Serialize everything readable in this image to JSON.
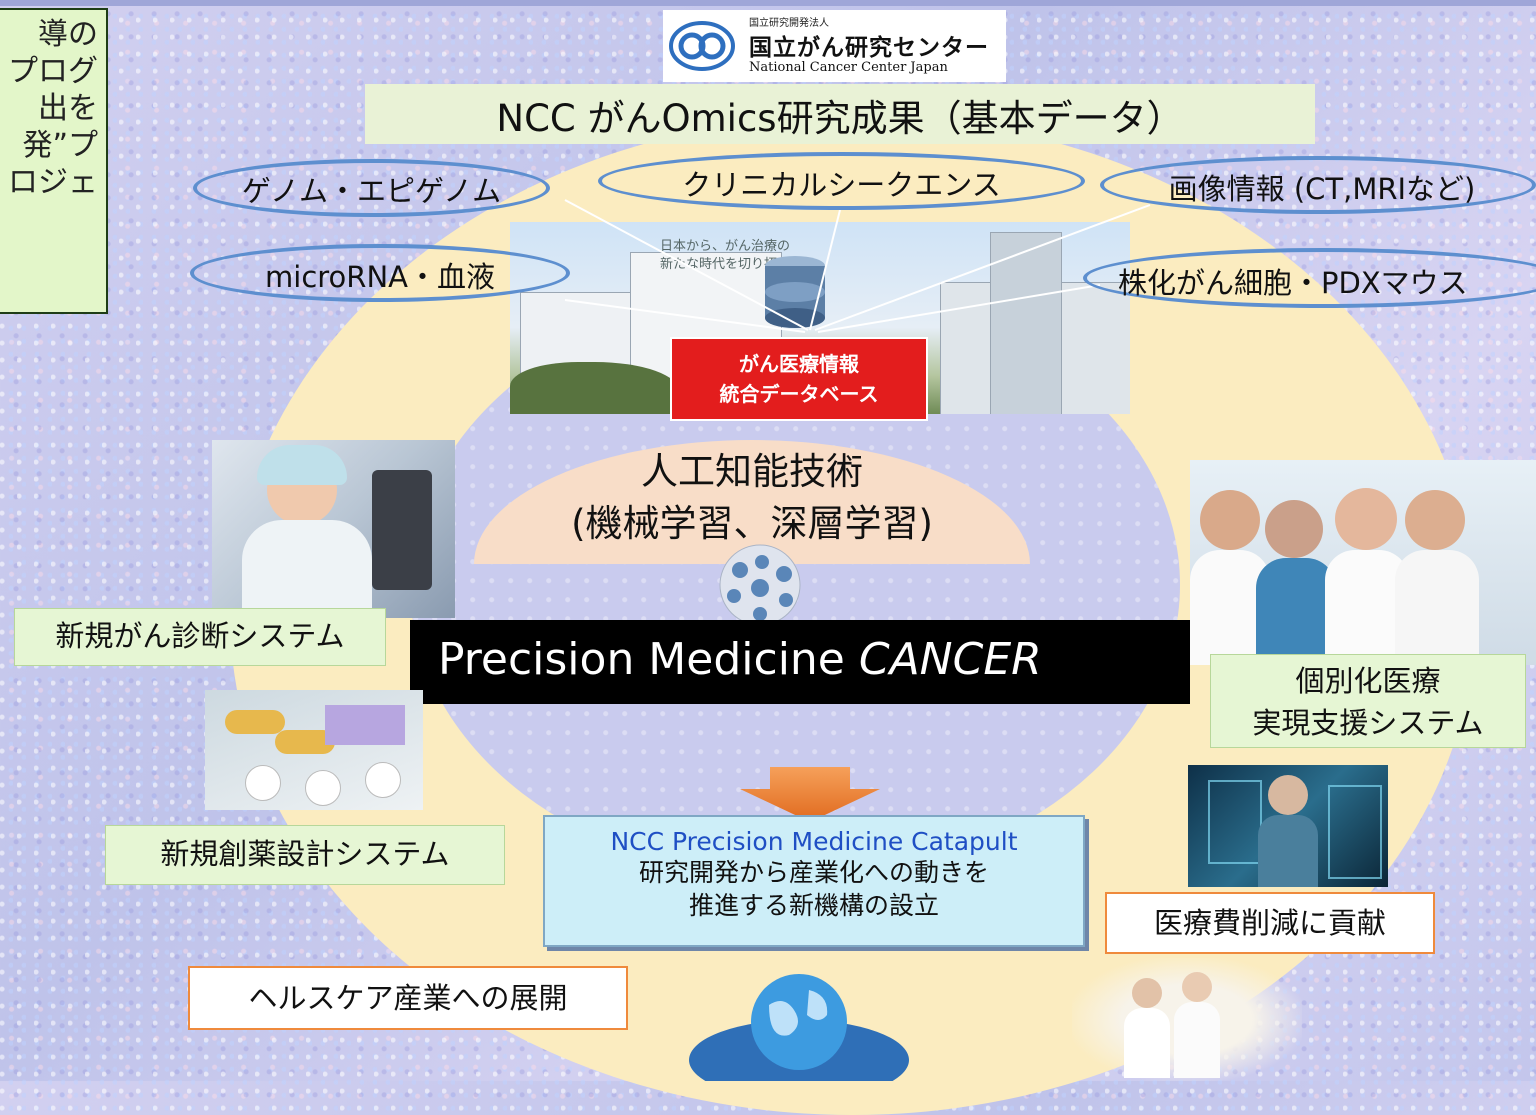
{
  "left_box": {
    "lines": [
      "導の",
      "プログ",
      "出を",
      "発”プ",
      "ロジェ"
    ]
  },
  "logo": {
    "small": "国立研究開発法人",
    "main": "国立がん研究センター",
    "en": "National Cancer Center Japan"
  },
  "title": "NCC がんOmics研究成果（基本データ）",
  "data_sources": {
    "genome": "ゲノム・エピゲノム",
    "clinical_seq": "クリニカルシークエンス",
    "imaging": "画像情報 (CT,MRIなど)",
    "microrna": "microRNA・血液",
    "cell_lines": "株化がん細胞・PDXマウス"
  },
  "hospital_caption": {
    "line1": "日本から、がん治療の",
    "line2": "新たな時代を切り拓く。"
  },
  "database": {
    "line1": "がん医療情報",
    "line2": "統合データベース"
  },
  "ai": {
    "line1": "人工知能技術",
    "line2": "(機械学習、深層学習)"
  },
  "precision": {
    "main": "Precision Medicine ",
    "italic": "CANCER"
  },
  "outputs": {
    "diagnosis": "新規がん診断システム",
    "drug_design": "新規創薬設計システム",
    "personalized_line1": "個別化医療",
    "personalized_line2": "実現支援システム",
    "cost": "医療費削減に貢献",
    "healthcare": "ヘルスケア産業への展開"
  },
  "catapult": {
    "line1": "NCC Precision Medicine Catapult",
    "line2": "研究開発から産業化への動きを",
    "line3": "推進する新機構の設立"
  },
  "colors": {
    "oval_border": "#5d8fcf",
    "database_red": "#e31d1d",
    "arrow_orange": "#ee7d2a",
    "catapult_blue": "#1f4fc4"
  }
}
